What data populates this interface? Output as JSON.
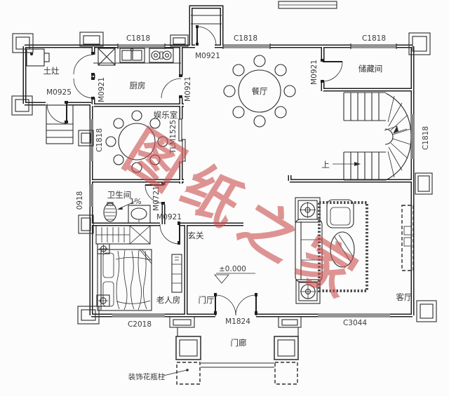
{
  "watermark": {
    "text": "图纸之家",
    "color": "#c94d4d"
  },
  "labels": {
    "room_tuzao": "土灶",
    "room_kitchen": "厨房",
    "room_entertainment": "娱乐室",
    "room_dining": "餐厅",
    "room_storage": "储藏间",
    "room_bathroom": "卫生间",
    "room_xuanguan": "玄关",
    "room_elder": "老人房",
    "room_menting": "门厅",
    "room_living": "客厅",
    "room_porch": "门廊",
    "door_m0921": "M0921",
    "door_m0925": "M0925",
    "door_m0721": "M0721",
    "door_m1824": "M1824",
    "door_tlm1525": "TLM1525",
    "win_c1818": "C1818",
    "win_0918": "0918",
    "win_c2018": "C2018",
    "win_c3044": "C3044",
    "ann_level": "±0.000",
    "ann_up": "上",
    "ann_slope": "1%",
    "ann_column": "装饰花瓶柱"
  }
}
